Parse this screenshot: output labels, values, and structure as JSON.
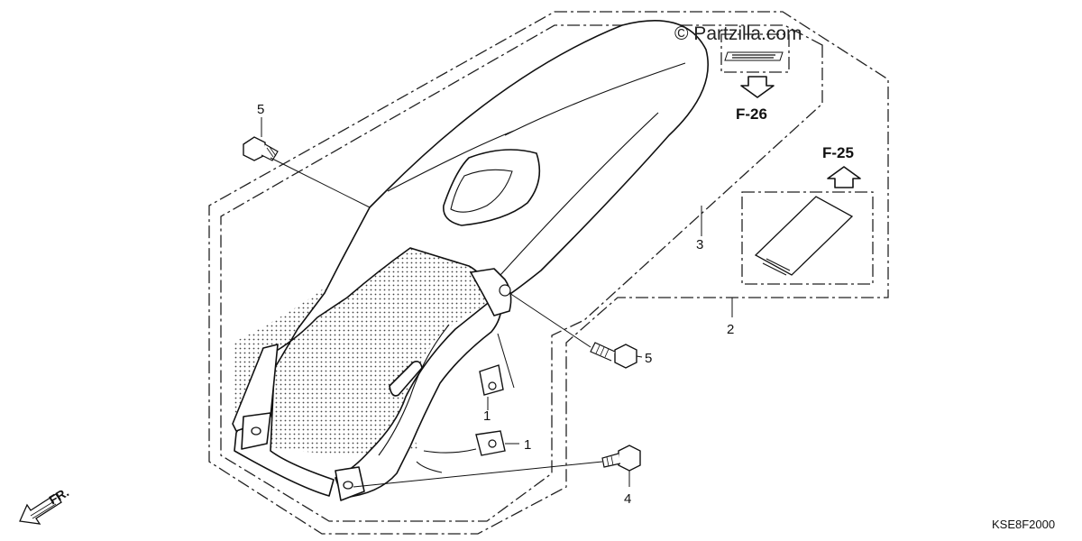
{
  "watermark": "© Partzilla.com",
  "diagram_code": "KSE8F2000",
  "direction": {
    "label": "FR.",
    "icon": "front-arrow-icon"
  },
  "references": {
    "upper": "F-26",
    "right": "F-25"
  },
  "callouts": {
    "bolt_top_left": "5",
    "bolt_mid_right": "5",
    "fender_assembly": "3",
    "sub_assembly": "2",
    "clip_upper": "1",
    "clip_lower": "1",
    "bolt_bottom": "4"
  }
}
